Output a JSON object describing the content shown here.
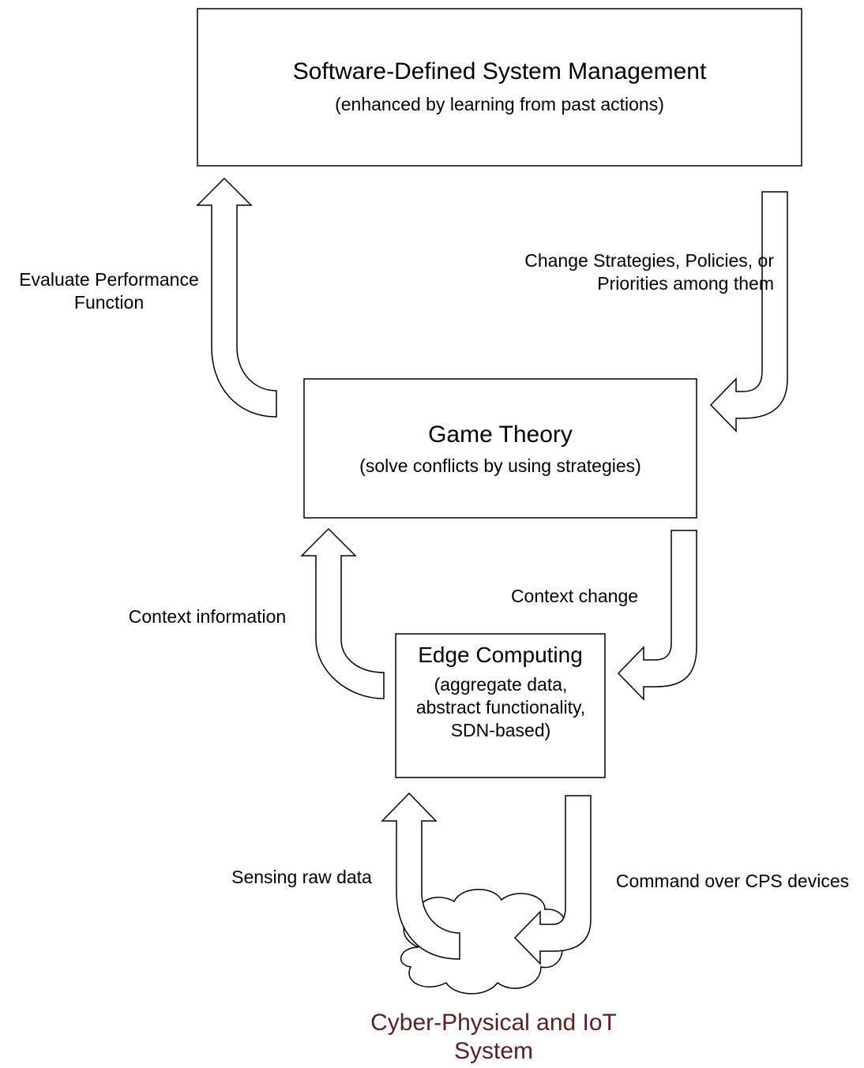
{
  "boxes": {
    "sdsm": {
      "title": "Software-Defined System Management",
      "subtitle": "(enhanced by learning from past actions)"
    },
    "game_theory": {
      "title": "Game Theory",
      "subtitle": "(solve conflicts by using strategies)"
    },
    "edge": {
      "title": "Edge Computing",
      "subtitle": "(aggregate data, abstract functionality, SDN-based)"
    }
  },
  "arrows": {
    "evaluate": "Evaluate Performance Function",
    "change_strategies": "Change Strategies, Policies, or Priorities among them",
    "context_information": "Context information",
    "context_change": "Context change",
    "sensing": "Sensing raw data",
    "command": "Command over CPS devices"
  },
  "cps": {
    "label": "Cyber-Physical and IoT System"
  },
  "colors": {
    "stroke": "#000000",
    "cps_text": "#5c1f1f",
    "fill": "#ffffff"
  }
}
